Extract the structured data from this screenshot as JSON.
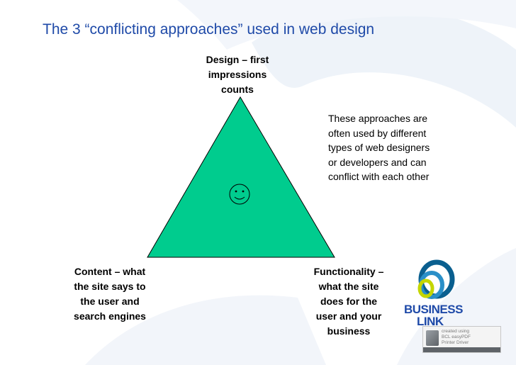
{
  "title": "The 3 “conflicting approaches” used in web design",
  "apex_label": "Design – first\nimpressions\ncounts",
  "left_label": "Content – what\nthe site says to\nthe user and\nsearch engines",
  "right_label": "Functionality –\nwhat the site\ndoes for the\nuser and your\nbusiness",
  "note": "These approaches are\noften used by different\ntypes of web designers\nor developers and can\nconflict with each other",
  "logo": {
    "line1": "BUSINESS",
    "line2": "LINK"
  },
  "watermark": {
    "text": "created using\nBCL easyPDF\nPrinter Driver"
  },
  "colors": {
    "title": "#1f4aa8",
    "triangle_fill": "#00cc8e",
    "background_swoosh": "#eef3f9",
    "logo_ring_outer": "#0a5f8f",
    "logo_ring_mid": "#2a8fc8",
    "logo_ring_inner": "#c4d600",
    "logo_text": "#1f4aa8"
  },
  "icons": {
    "center": "smiley-face-icon"
  }
}
